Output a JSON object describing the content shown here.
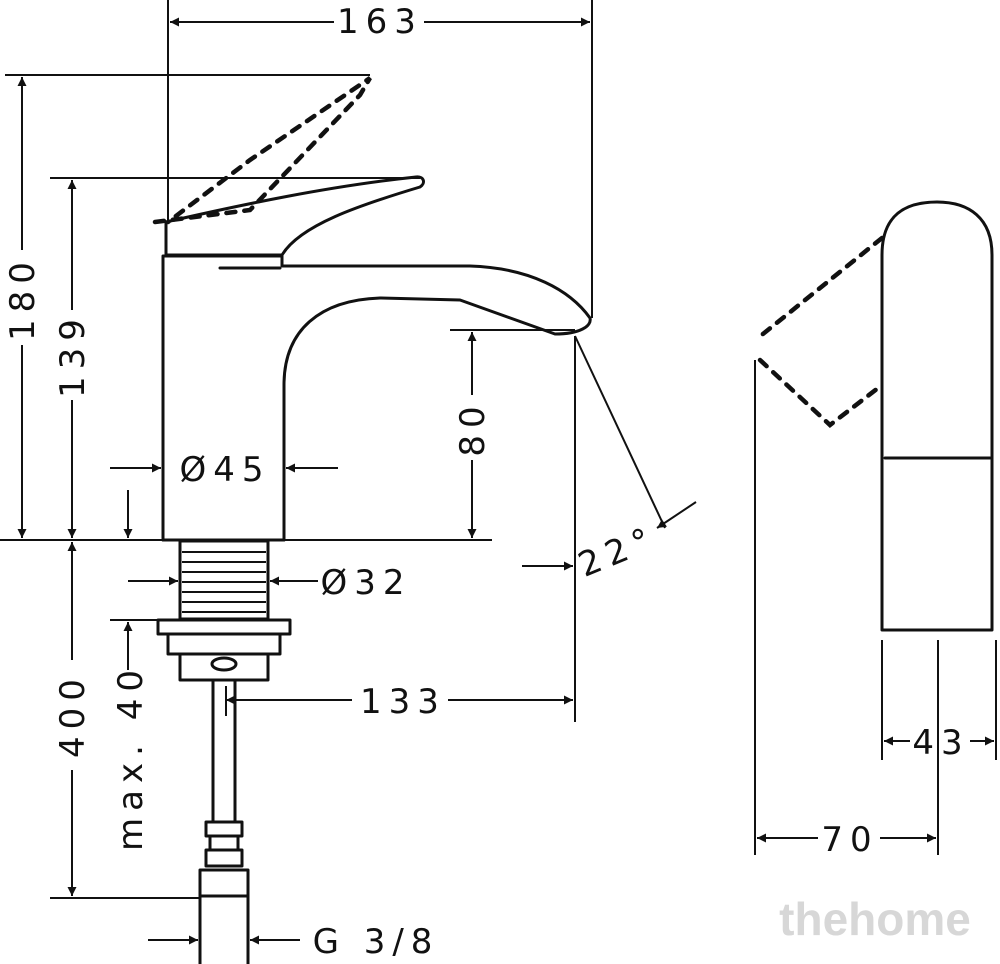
{
  "dimensions": {
    "total_length": "163",
    "total_height": "180",
    "spout_body_height": "139",
    "spout_clearance": "80",
    "body_diameter": "Ø45",
    "shank_diameter": "Ø32",
    "spout_angle": "22°",
    "spout_reach": "133",
    "hose_length": "400",
    "max_counter_thickness": "max. 40",
    "connection_thread": "G 3/8",
    "handle_width": "43",
    "handle_depth": "70"
  },
  "watermark": "thehome"
}
